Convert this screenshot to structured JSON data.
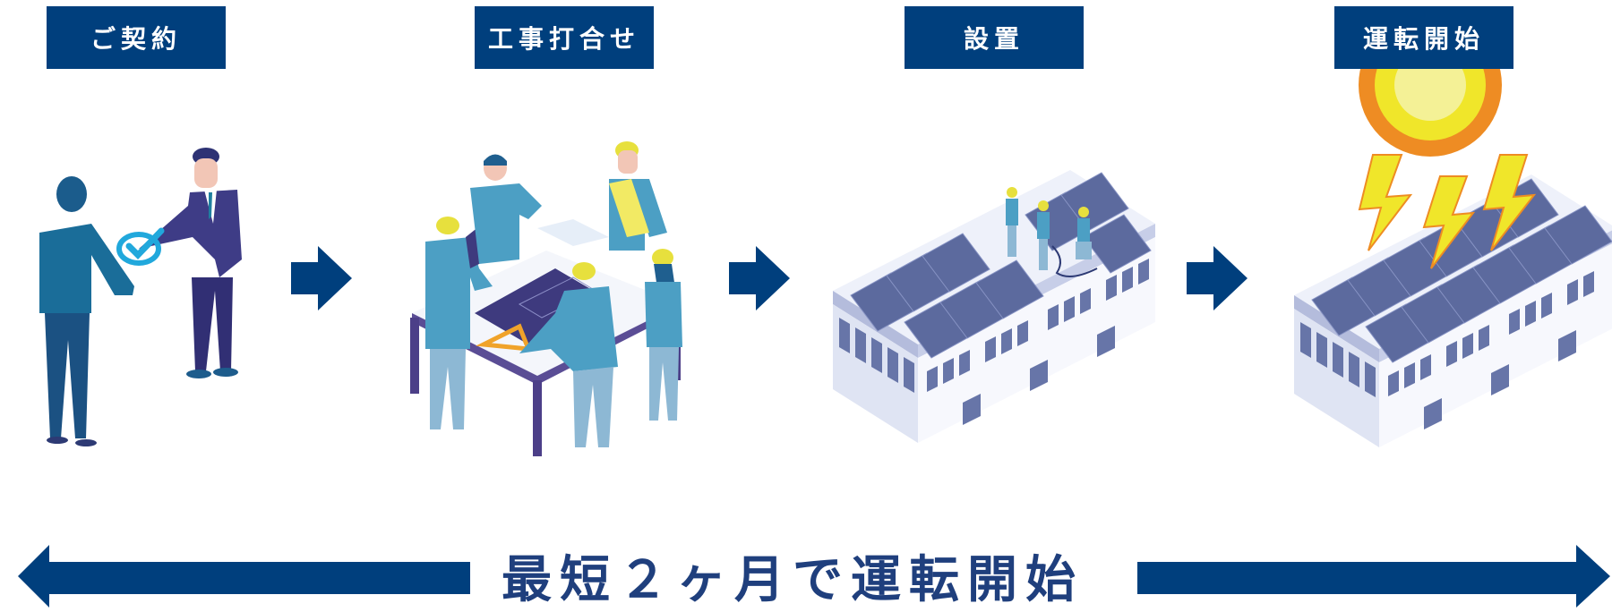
{
  "steps": [
    {
      "label": "ご契約",
      "illustration": "contract-handshake-illustration"
    },
    {
      "label": "工事打合せ",
      "illustration": "construction-meeting-illustration"
    },
    {
      "label": "設置",
      "illustration": "solar-installation-illustration"
    },
    {
      "label": "運転開始",
      "illustration": "solar-operation-illustration"
    }
  ],
  "timeline": {
    "text": "最短２ヶ月で運転開始"
  },
  "colors": {
    "label_bg": "#003f7d",
    "arrow": "#003f7d",
    "timeline_text": "#1f3f7d",
    "sun_outer": "#ee8c23",
    "sun_mid": "#f0e62a",
    "sun_inner": "#f4f196",
    "bolt": "#f0e62a",
    "panel": "#5c6a9e",
    "building": "#dfe4f3"
  }
}
